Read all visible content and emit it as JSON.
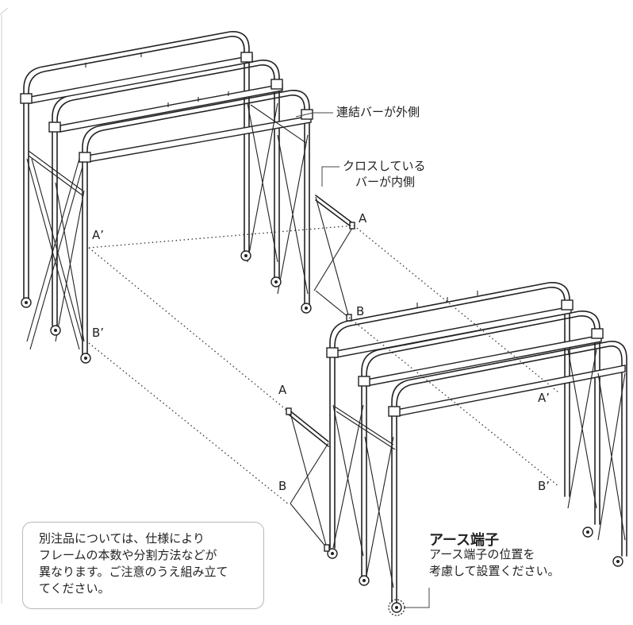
{
  "labels": {
    "a_prime_top": "A’",
    "b_prime_top": "B’",
    "a_top": "A",
    "b_top": "B",
    "a_bottom": "A",
    "b_bottom": "B",
    "a_prime_bottom": "A’",
    "b_prime_bottom": "B’"
  },
  "callouts": {
    "outer_bar": "連結バーが外側",
    "cross_line1": "クロスしている",
    "cross_line2": "バーが内側"
  },
  "note": {
    "line1": "別注品については、仕様により",
    "line2": "フレームの本数や分割方法などが",
    "line3": "異なります。ご注意のうえ組み立て",
    "line4": "てください。"
  },
  "earth": {
    "title": "アース端子",
    "desc_line1": "アース端子の位置を",
    "desc_line2": "考慮して設置ください。"
  },
  "colors": {
    "line": "#222222",
    "box_border": "#b8b8b8"
  }
}
